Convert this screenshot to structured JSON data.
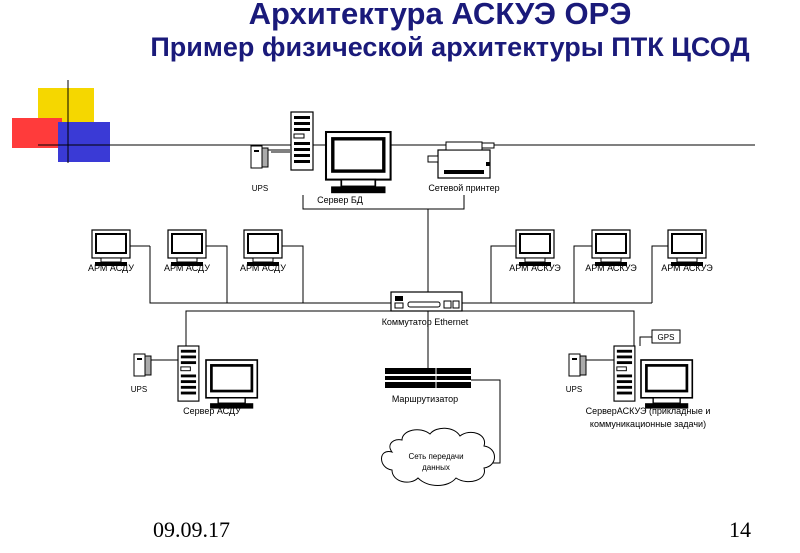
{
  "slide": {
    "title": "Архитектура АСКУЭ ОРЭ",
    "subtitle": "Пример физической архитектуры ПТК ЦСОД",
    "date": "09.09.17",
    "page_number": "14"
  },
  "diagram": {
    "labels": {
      "ups_top": "UPS",
      "server_db": "Сервер БД",
      "network_printer": "Сетевой принтер",
      "arm_asdu": "АРМ АСДУ",
      "arm_askue": "АРМ АСКУЭ",
      "switch": "Коммутатор Ethernet",
      "ups_left": "UPS",
      "server_asdu": "Сервер АСДУ",
      "router": "Маршрутизатор",
      "network_line1": "Сеть передачи",
      "network_line2": "данных",
      "ups_right": "UPS",
      "gps": "GPS",
      "server_askue_line1": "СерверАСКУЭ (прикладные и",
      "server_askue_line2": "коммуникационные задачи)"
    },
    "colors": {
      "title": "#1a1a7a",
      "deco_yellow": "#f5d700",
      "deco_red": "#ff3b3b",
      "deco_blue": "#3a3ad6"
    }
  }
}
